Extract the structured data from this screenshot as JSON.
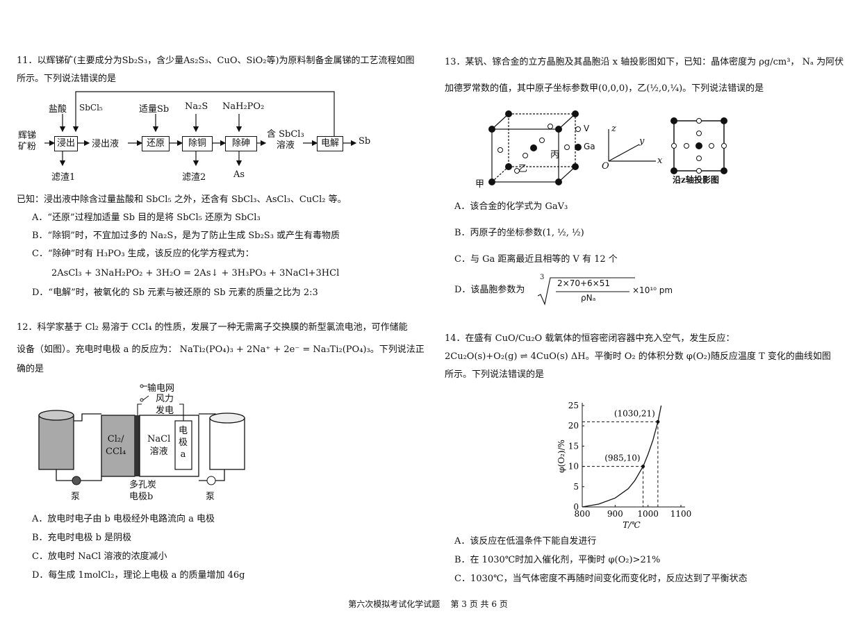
{
  "q11": {
    "stem_line1": "11．以辉锑矿(主要成分为Sb₂S₃，含少量As₂S₃、CuO、SiO₂等)为原料制备金属锑的工艺流程如图",
    "stem_line2": "所示。下列说法错误的是",
    "flow": {
      "input": [
        "辉锑",
        "矿粉"
      ],
      "top_reagents": [
        "盐酸",
        "SbCl₅",
        "适量Sb",
        "Na₂S",
        "NaH₂PO₂"
      ],
      "boxes": [
        "浸出",
        "还原",
        "除铜",
        "除砷",
        "电解"
      ],
      "between": [
        "浸出液",
        "含 SbCl₃",
        "溶液"
      ],
      "outputs": [
        "滤渣1",
        "滤渣2",
        "As",
        "Sb"
      ]
    },
    "known": "已知：浸出液中除含过量盐酸和 SbCl₅ 之外，还含有 SbCl₃、AsCl₃、CuCl₂ 等。",
    "options": [
      "A．“还原”过程加适量 Sb 目的是将 SbCl₅ 还原为 SbCl₃",
      "B．“除铜”时，不宜加过多的 Na₂S，是为了防止生成 Sb₂S₃ 或产生有毒物质",
      "C．“除砷”时有 H₃PO₃ 生成，该反应的化学方程式为：",
      "2AsCl₃ + 3NaH₂PO₂ + 3H₂O = 2As↓ + 3H₃PO₃ + 3NaCl+3HCl",
      "D．“电解”时，被氧化的 Sb 元素与被还原的 Sb 元素的质量之比为 2:3"
    ]
  },
  "q12": {
    "stem_line1": "12．科学家基于 Cl₂ 易溶于 CCl₄ 的性质，发展了一种无需离子交换膜的新型氯流电池，可作储能",
    "stem_line2": "设备（如图）。充电时电极 a 的反应为：   NaTi₂(PO₄)₃ + 2Na⁺ + 2e⁻ = Na₃Ti₂(PO₄)₃。下列说法正",
    "stem_line3": "确的是",
    "diagram": {
      "grid": "输电网",
      "wind": [
        "风力",
        "发电"
      ],
      "left_cell": [
        "Cl₂/",
        "CCl₄"
      ],
      "middle": [
        "NaCl",
        "溶液"
      ],
      "electrode": [
        "电",
        "极",
        "a"
      ],
      "carbon": [
        "多孔炭",
        "电极b"
      ],
      "pump": "泵"
    },
    "options": [
      "A．放电时电子由 b 电极经外电路流向 a  电极",
      "B．充电时电极 b 是阴极",
      "C．放电时 NaCl 溶液的浓度减小",
      "D．每生成 1molCl₂，理论上电极 a 的质量增加 46g"
    ]
  },
  "q13": {
    "stem_line1": "13．某钒、镓合金的立方晶胞及其晶胞沿 x 轴投影图如下，已知：晶体密度为 ρg/cm³，  Nₐ 为阿伏",
    "stem_line2a": "加德罗常数的值，其中原子坐标参数甲",
    "stem_coord_a": "(0,0,0)",
    "stem_line2b": "，乙",
    "stem_coord_b": "(½,0,¼)",
    "stem_line2c": "。下列说法错误的是",
    "diagram": {
      "labels": [
        "甲",
        "乙",
        "丙"
      ],
      "legend": [
        "V",
        "Ga"
      ],
      "axes": [
        "z",
        "y",
        "x",
        "O"
      ],
      "projection_caption": "沿z轴投影图"
    },
    "options": {
      "A": "A．该合金的化学式为 GaV₃",
      "B_prefix": "B．丙原子的坐标参数",
      "B_coord": "(1, ½, ½)",
      "C": "C．与 Ga 距离最近且相等的 V 有 12 个",
      "D_prefix": "D．该晶胞参数为",
      "D_root_index": "3",
      "D_numerator": "2×70+6×51",
      "D_denominator": "ρNₐ",
      "D_suffix": "×10¹⁰ pm"
    }
  },
  "q14": {
    "stem_line1": "14．在盛有 CuO/Cu₂O 载氧体的恒容密闭容器中充入空气，发生反应：",
    "stem_line2": "2Cu₂O(s)+O₂(g) ⇌ 4CuO(s)    ΔH。平衡时 O₂ 的体积分数 φ(O₂)随反应温度 T 变化的曲线如图",
    "stem_line3": "所示。下列说法错误的是",
    "options": [
      "A．该反应在低温条件下能自发进行",
      "B．在 1030℃时加入催化剂，平衡时 φ(O₂)>21%",
      "C．1030℃，当气体密度不再随时间变化而变化时，反应达到了平衡状态"
    ]
  },
  "chart_data": {
    "type": "line",
    "title": "",
    "xlabel": "T/℃",
    "ylabel": "φ(O₂)/%",
    "xlim": [
      800,
      1100
    ],
    "ylim": [
      0,
      25
    ],
    "xticks": [
      800,
      900,
      1000,
      1100
    ],
    "yticks": [
      0,
      5,
      10,
      15,
      20,
      25
    ],
    "series": [
      {
        "x": [
          800,
          850,
          900,
          940,
          960,
          985,
          1000,
          1015,
          1030,
          1040
        ],
        "y": [
          0,
          0.7,
          2.2,
          4.5,
          6.5,
          10,
          13,
          16.5,
          21,
          25
        ]
      }
    ],
    "annotations": [
      {
        "x": 985,
        "y": 10,
        "label": "(985,10)"
      },
      {
        "x": 1030,
        "y": 21,
        "label": "(1030,21)"
      }
    ],
    "grid": false
  },
  "footer": "第六次模拟考试化学试题    第 3 页 共 6 页"
}
